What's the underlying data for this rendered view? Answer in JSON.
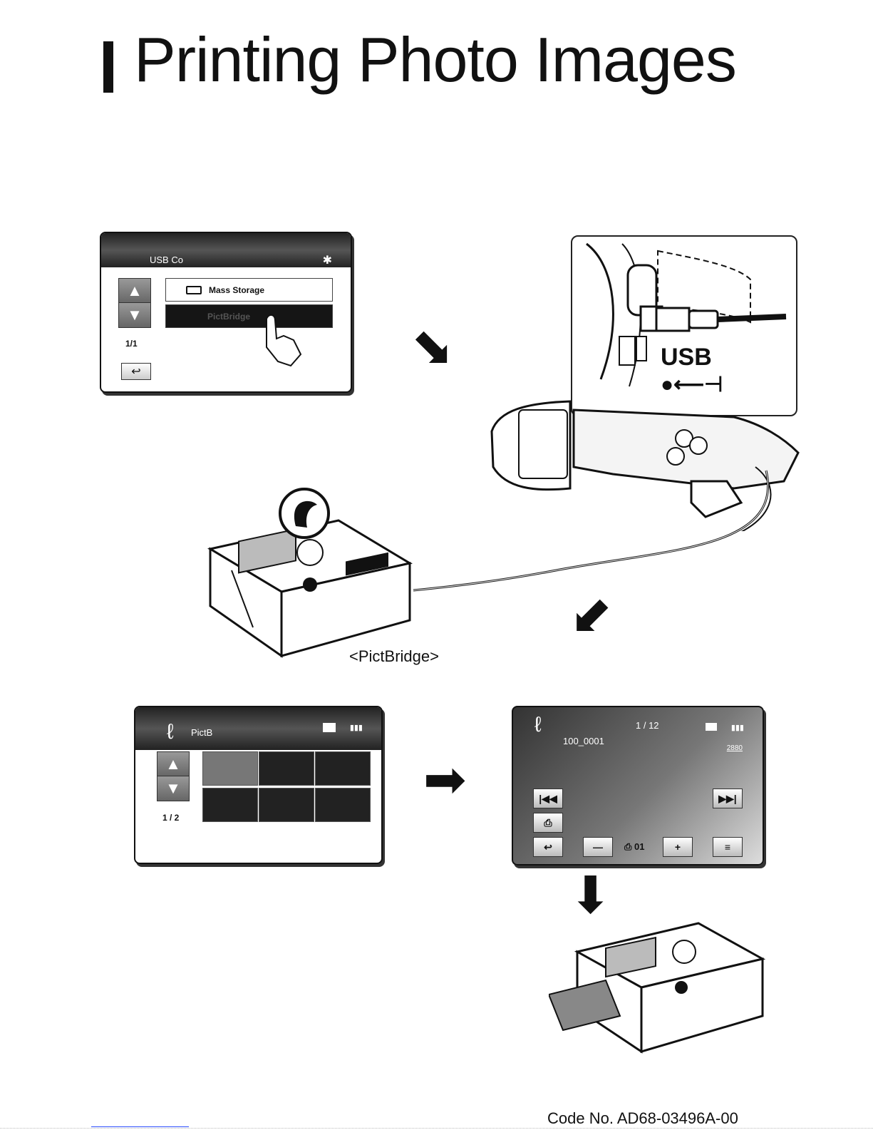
{
  "page": {
    "title": "Printing Photo Images",
    "footer_code": "Code No. AD68-03496A-00"
  },
  "panel_usb": {
    "header": "USB Co",
    "options": [
      "Mass Storage",
      "PictBridge"
    ],
    "page_indicator": "1/1"
  },
  "closeup": {
    "label": "USB",
    "symbol": "●⟵⊣"
  },
  "printer": {
    "label": "<PictBridge>"
  },
  "panel_pictbridge": {
    "header": "PictB",
    "page_indicator": "1 / 2"
  },
  "panel_playback": {
    "folder": "100_0001",
    "counter": "1 / 12",
    "resolution": "2880",
    "copies": "01"
  },
  "icons": {
    "up": "up-arrow-icon",
    "down": "down-arrow-icon",
    "back": "back-icon",
    "movie": "movie-icon",
    "battery": "battery-icon",
    "card": "memory-card-icon"
  }
}
